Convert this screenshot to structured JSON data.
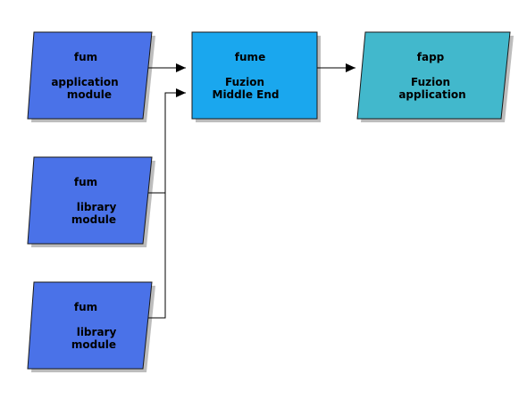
{
  "colors": {
    "fum_fill": "#4a72e8",
    "fume_fill": "#1aa7ee",
    "fapp_fill": "#42b8cc",
    "stroke": "#1a1a1a",
    "shadow": "#bdbdbd",
    "text": "#000000"
  },
  "nodes": {
    "fum_app": {
      "title": "fum",
      "line1": "application",
      "line2": "module"
    },
    "fum_lib1": {
      "title": "fum",
      "line1": "library",
      "line2": "module"
    },
    "fum_lib2": {
      "title": "fum",
      "line1": "library",
      "line2": "module"
    },
    "fume": {
      "title": "fume",
      "line1": "Fuzion",
      "line2": "Middle End"
    },
    "fapp": {
      "title": "fapp",
      "line1": "Fuzion",
      "line2": "application"
    }
  }
}
